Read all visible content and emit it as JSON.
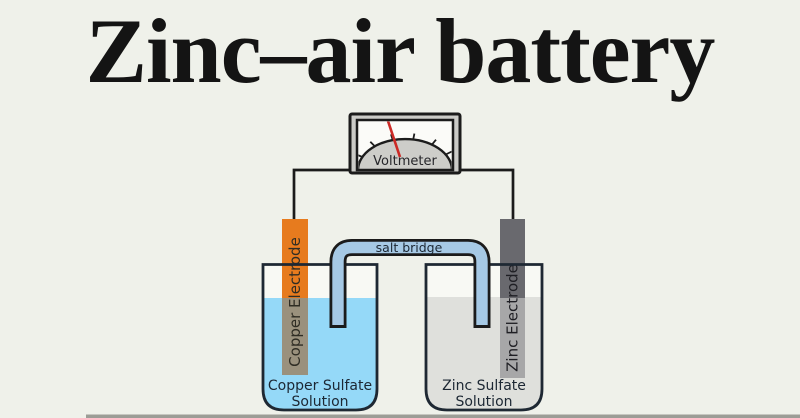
{
  "title": "Zinc–air battery",
  "diagram": {
    "voltmeter_label": "Voltmeter",
    "salt_bridge_label": "salt bridge",
    "left_cell": {
      "electrode_label": "Copper Electrode",
      "solution_line1": "Copper Sulfate",
      "solution_line2": "Solution"
    },
    "right_cell": {
      "electrode_label": "Zinc Electrode",
      "solution_line1": "Zinc Sulfate",
      "solution_line2": "Solution"
    }
  },
  "colors": {
    "background": "#eff1ea",
    "beaker_interior": "#f8f9f4",
    "copper_electrode": "#e77b1e",
    "copper_electrode_submerged": "#9a917d",
    "zinc_electrode": "#69696e",
    "zinc_electrode_submerged": "#a7a7a8",
    "copper_sulfate_solution": "#95d9f8",
    "zinc_sulfate_solution": "#dfe0dc",
    "salt_bridge_fill": "#a6c9e5",
    "voltmeter_needle": "#cc2a26"
  }
}
